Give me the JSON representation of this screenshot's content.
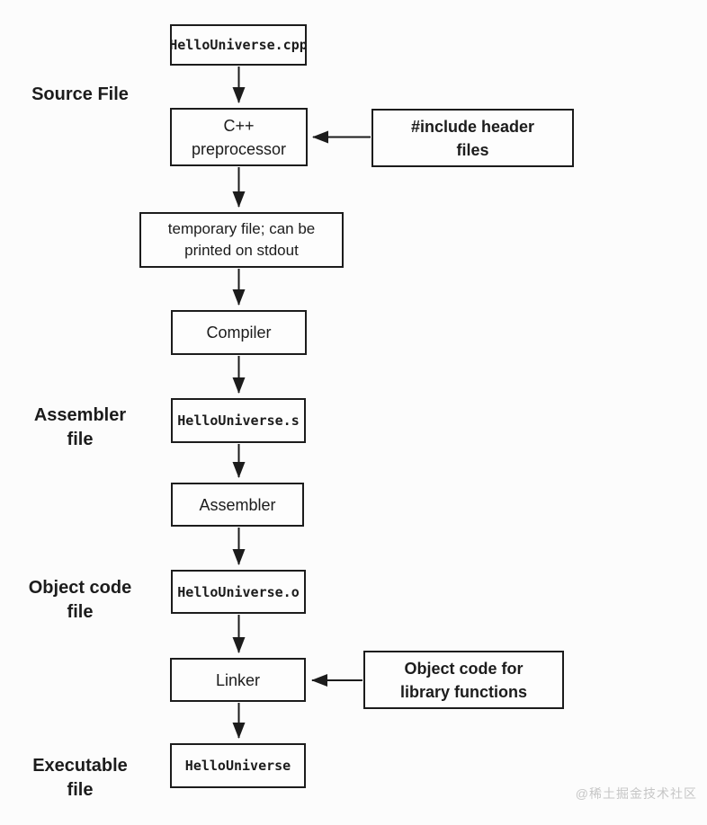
{
  "nodes": {
    "hello_cpp": "HelloUniverse.cpp",
    "preprocessor": "C++\npreprocessor",
    "include_header": "#include header\nfiles",
    "temp_file": "temporary file; can be\nprinted on stdout",
    "compiler": "Compiler",
    "hello_s": "HelloUniverse.s",
    "assembler": "Assembler",
    "hello_o": "HelloUniverse.o",
    "linker": "Linker",
    "object_code_lib": "Object code for\nlibrary functions",
    "hello_exe": "HelloUniverse"
  },
  "side_labels": {
    "source_file": "Source File",
    "assembler_file": "Assembler\nfile",
    "object_code_file": "Object code\nfile",
    "executable_file": "Executable\nfile"
  },
  "watermark": "@稀土掘金技术社区",
  "colors": {
    "line": "#1c1c1c",
    "box_border": "#1c1c1c",
    "text": "#1c1c1c",
    "background": "#fcfcfc",
    "watermark": "#c6c6c6"
  }
}
